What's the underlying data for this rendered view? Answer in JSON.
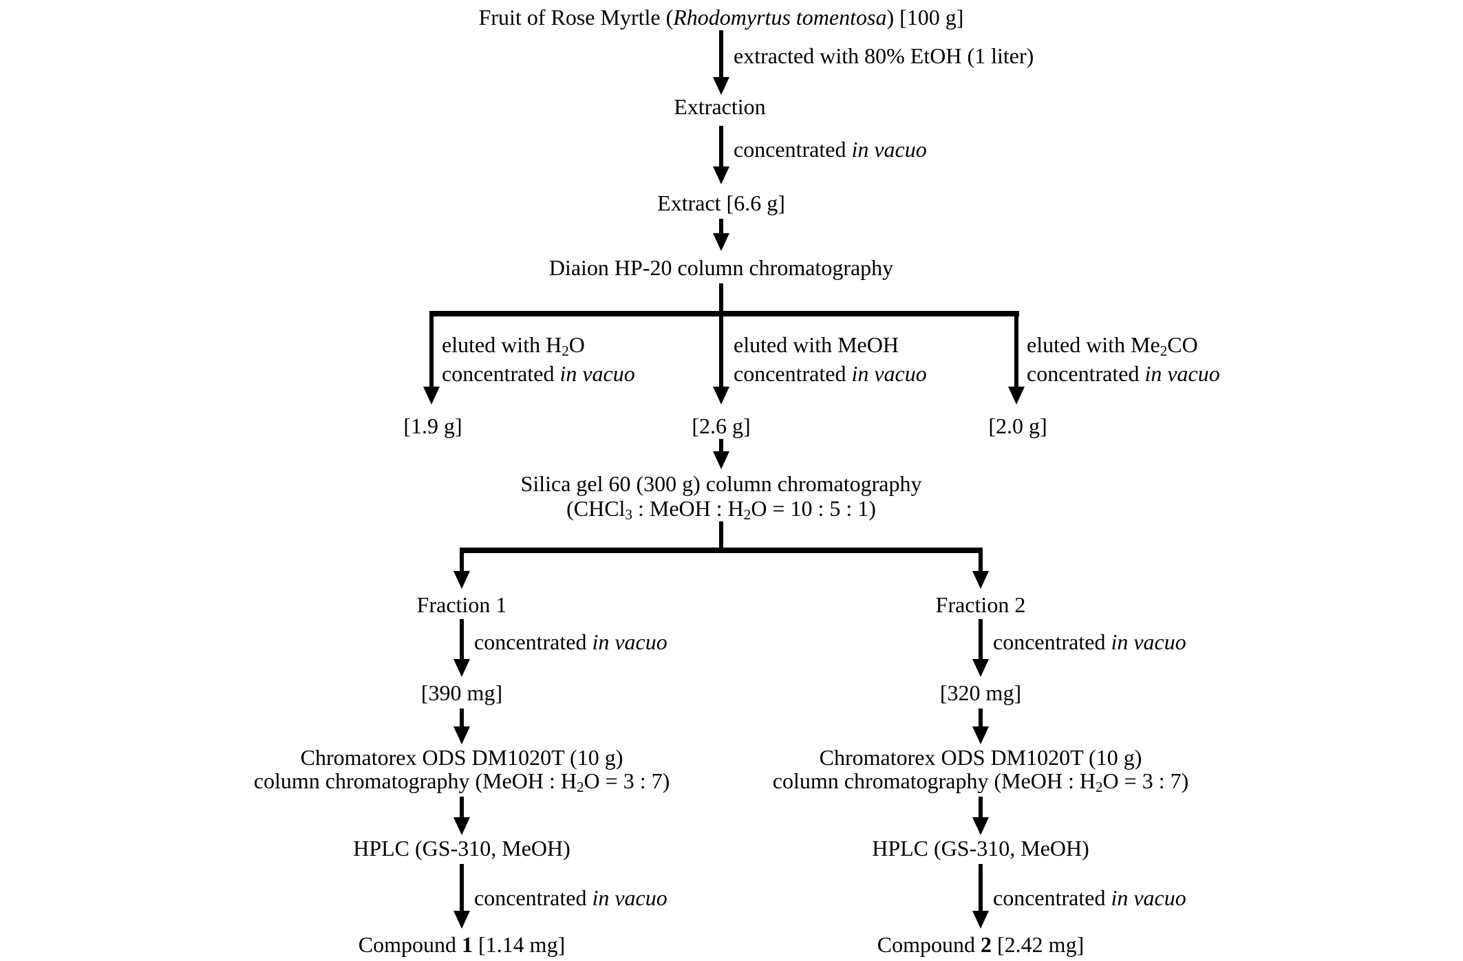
{
  "colors": {
    "ink": "#000000",
    "background": "#ffffff"
  },
  "flowchart": {
    "source": {
      "pre": "Fruit of Rose Myrtle (",
      "species": "Rhodomyrtus tomentosa",
      "post": ") [100 g]"
    },
    "labels": {
      "extracted": "extracted with 80% EtOH (1 liter)",
      "concentrated": "concentrated ",
      "in_vacuo": "in vacuo"
    },
    "nodes": {
      "extraction": "Extraction",
      "extract": "Extract [6.6 g]",
      "diaion": "Diaion HP-20 column chromatography",
      "silica_line1": "Silica gel 60 (300 g) column chromatography",
      "silica_line2": {
        "a": "(CHCl",
        "sub3": "3",
        "b": " : MeOH : H",
        "sub2": "2",
        "c": "O = 10 : 5 : 1)"
      }
    },
    "elution_branches": [
      {
        "eluted_pre": "eluted with H",
        "sub": "2",
        "eluted_post": "O",
        "weight": "[1.9 g]"
      },
      {
        "eluted_pre": "eluted with MeOH",
        "sub": "",
        "eluted_post": "",
        "weight": "[2.6 g]"
      },
      {
        "eluted_pre": "eluted with Me",
        "sub": "2",
        "eluted_post": "CO",
        "weight": "[2.0 g]"
      }
    ],
    "fraction_columns": [
      {
        "fraction": "Fraction 1",
        "weight": "[390 mg]",
        "compound_pre": "Compound ",
        "compound_num": "1",
        "compound_post": " [1.14 mg]"
      },
      {
        "fraction": "Fraction 2",
        "weight": "[320 mg]",
        "compound_pre": "Compound ",
        "compound_num": "2",
        "compound_post": " [2.42 mg]"
      }
    ],
    "shared": {
      "chromatorex_line1": "Chromatorex ODS DM1020T (10 g)",
      "chromatorex_line2": {
        "a": "column chromatography (MeOH : H",
        "sub": "2",
        "b": "O = 3 : 7)"
      },
      "hplc": "HPLC (GS-310, MeOH)"
    }
  }
}
